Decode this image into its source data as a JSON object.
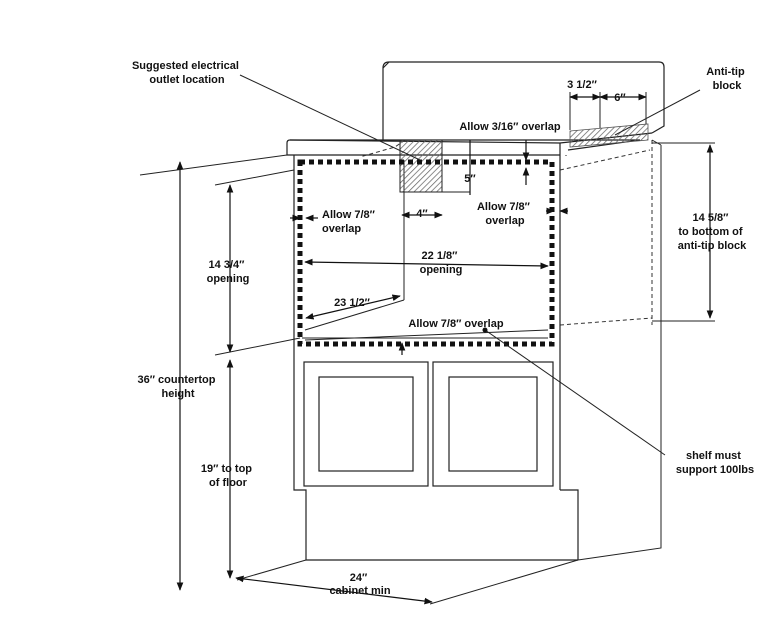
{
  "labels": {
    "outlet": [
      "Suggested electrical",
      "outlet location"
    ],
    "anti_tip": [
      "Anti-tip",
      "block"
    ],
    "dim_3_half": "3 1/2″",
    "dim_6": "6″",
    "overlap_top": "Allow 3/16″ overlap",
    "dim_5": "5″",
    "dim_4": "4″",
    "overlap_left": [
      "Allow 7/8″",
      "overlap"
    ],
    "overlap_right": [
      "Allow 7/8″",
      "overlap"
    ],
    "opening_width": [
      "22 1/8″",
      "opening"
    ],
    "depth": "23 1/2″",
    "overlap_bottom": "Allow 7/8″ overlap",
    "opening_height": [
      "14 3/4″",
      "opening"
    ],
    "anti_tip_height": [
      "14 5/8″",
      "to bottom of",
      "anti-tip block"
    ],
    "countertop": [
      "36″ countertop",
      "height"
    ],
    "floor": [
      "19″ to top",
      "of floor"
    ],
    "shelf": [
      "shelf must",
      "support 100lbs"
    ],
    "cabinet_width": [
      "24″",
      "cabinet min"
    ]
  }
}
